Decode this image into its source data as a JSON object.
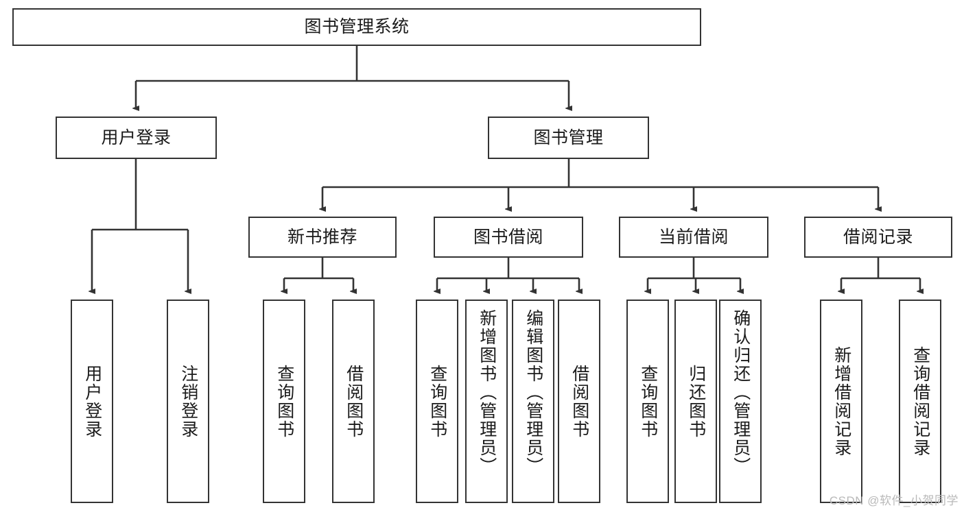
{
  "diagram": {
    "title": "图书管理系统",
    "type": "tree-hierarchy-diagram",
    "watermark": "CSDN @软件_小贺同学",
    "colors": {
      "node_border": "#333333",
      "node_fill": "#ffffff",
      "edge": "#333333",
      "text": "#1a1a1a",
      "watermark": "#b9b9b9",
      "background": "#ffffff"
    }
  },
  "nodes": {
    "root": {
      "label": "图书管理系统"
    },
    "level2": [
      {
        "label": "用户登录"
      },
      {
        "label": "图书管理"
      }
    ],
    "level3": [
      {
        "label": "新书推荐"
      },
      {
        "label": "图书借阅"
      },
      {
        "label": "当前借阅"
      },
      {
        "label": "借阅记录"
      }
    ],
    "leaves": {
      "user_login": [
        {
          "label": "用户登录"
        },
        {
          "label": "注销登录"
        }
      ],
      "new_book_recommend": [
        {
          "label": "查询图书"
        },
        {
          "label": "借阅图书"
        }
      ],
      "book_borrow": [
        {
          "label": "查询图书"
        },
        {
          "label": "新增图书（管理员）"
        },
        {
          "label": "编辑图书（管理员）"
        },
        {
          "label": "借阅图书"
        }
      ],
      "current_borrow": [
        {
          "label": "查询图书"
        },
        {
          "label": "归还图书"
        },
        {
          "label": "确认归还（管理员）"
        }
      ],
      "borrow_record": [
        {
          "label": "新增借阅记录"
        },
        {
          "label": "查询借阅记录"
        }
      ]
    }
  }
}
